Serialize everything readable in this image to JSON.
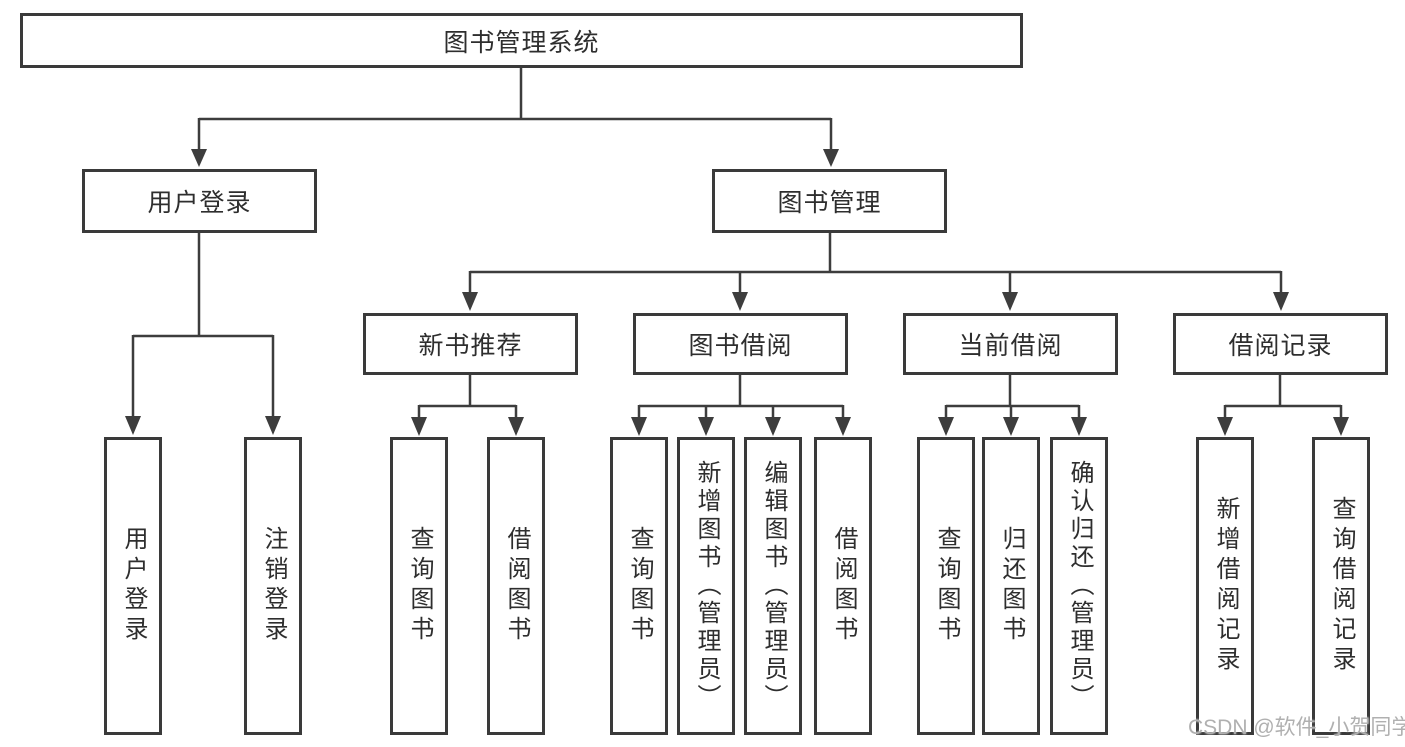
{
  "tree": {
    "root": "图书管理系统",
    "user_login": {
      "label": "用户登录",
      "children": [
        "用户登录",
        "注销登录"
      ]
    },
    "book_mgmt": {
      "label": "图书管理",
      "sections": {
        "new_books": {
          "label": "新书推荐",
          "children": [
            "查询图书",
            "借阅图书"
          ]
        },
        "book_borrow": {
          "label": "图书借阅",
          "children": [
            "查询图书",
            "新增图书（管理员）",
            "编辑图书（管理员）",
            "借阅图书"
          ]
        },
        "current_borrow": {
          "label": "当前借阅",
          "children": [
            "查询图书",
            "归还图书",
            "确认归还（管理员）"
          ]
        },
        "borrow_records": {
          "label": "借阅记录",
          "children": [
            "新增借阅记录",
            "查询借阅记录"
          ]
        }
      }
    }
  },
  "style": {
    "line_color": "#3d3d3d",
    "border_color": "#3a3a3a",
    "text_color": "#2e2e2e",
    "background": "#ffffff",
    "watermark_color": "#b0b0b0"
  },
  "watermark": {
    "text": "CSDN @软件_小贺同学"
  }
}
